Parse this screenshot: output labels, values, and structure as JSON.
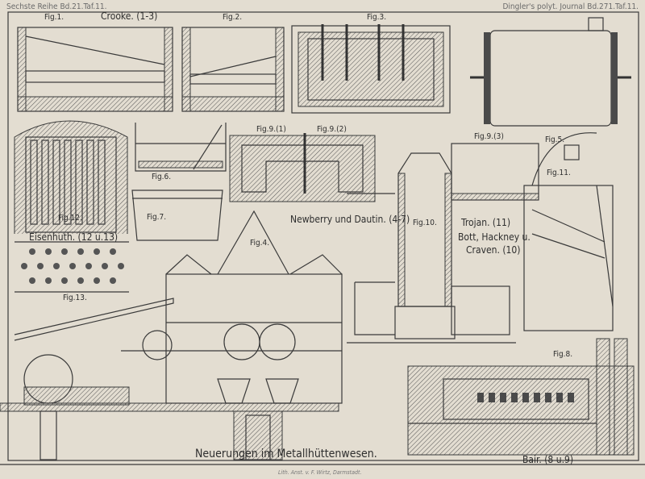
{
  "header": {
    "left": "Sechste Reihe Bd.21.Taf.11.",
    "right": "Dingler's polyt. Journal Bd.271.Taf.11."
  },
  "figures": {
    "fig1": "Fig.1.",
    "crooke": "Crooke. (1-3)",
    "fig2": "Fig.2.",
    "fig3": "Fig.3.",
    "fig5": "Fig.5.",
    "fig12": "Fig.12.",
    "eisenhuth": "Eisenhuth. (12 u.13)",
    "fig13": "Fig.13.",
    "fig6": "Fig.6.",
    "fig7": "Fig.7.",
    "fig9_1": "Fig.9.(1)",
    "fig9_2": "Fig.9.(2)",
    "fig9_3": "Fig.9.(3)",
    "newberry": "Newberry und Dautin. (4-7)",
    "fig4": "Fig.4.",
    "fig10": "Fig.10.",
    "trojan": "Trojan. (11)",
    "bott": "Bott, Hackney u.",
    "craven": "Craven. (10)",
    "fig11": "Fig.11.",
    "fig8": "Fig.8.",
    "bair": "Bair. (8 u.9)"
  },
  "title": "Neuerungen im Metallhüttenwesen.",
  "imprint": "Lith. Anst. v. F. Wirtz, Darmstadt."
}
